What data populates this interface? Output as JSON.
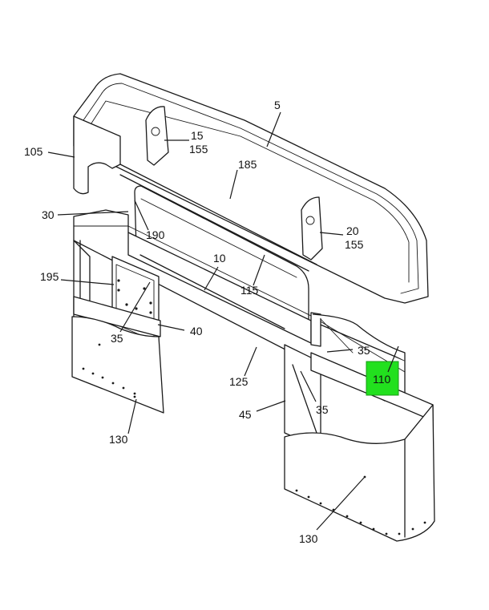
{
  "colors": {
    "highlight": "#22e01e",
    "ink": "#1a1a1a"
  },
  "callouts": [
    {
      "id": "5",
      "text": "5"
    },
    {
      "id": "15",
      "text": "15"
    },
    {
      "id": "155a",
      "text": "155"
    },
    {
      "id": "105",
      "text": "105"
    },
    {
      "id": "185",
      "text": "185"
    },
    {
      "id": "30",
      "text": "30"
    },
    {
      "id": "190",
      "text": "190"
    },
    {
      "id": "20",
      "text": "20"
    },
    {
      "id": "155b",
      "text": "155"
    },
    {
      "id": "10",
      "text": "10"
    },
    {
      "id": "115",
      "text": "115"
    },
    {
      "id": "195",
      "text": "195"
    },
    {
      "id": "35a",
      "text": "35"
    },
    {
      "id": "40",
      "text": "40"
    },
    {
      "id": "35b",
      "text": "35"
    },
    {
      "id": "110",
      "text": "110"
    },
    {
      "id": "125",
      "text": "125"
    },
    {
      "id": "35c",
      "text": "35"
    },
    {
      "id": "45",
      "text": "45"
    },
    {
      "id": "130a",
      "text": "130"
    },
    {
      "id": "130b",
      "text": "130"
    }
  ]
}
